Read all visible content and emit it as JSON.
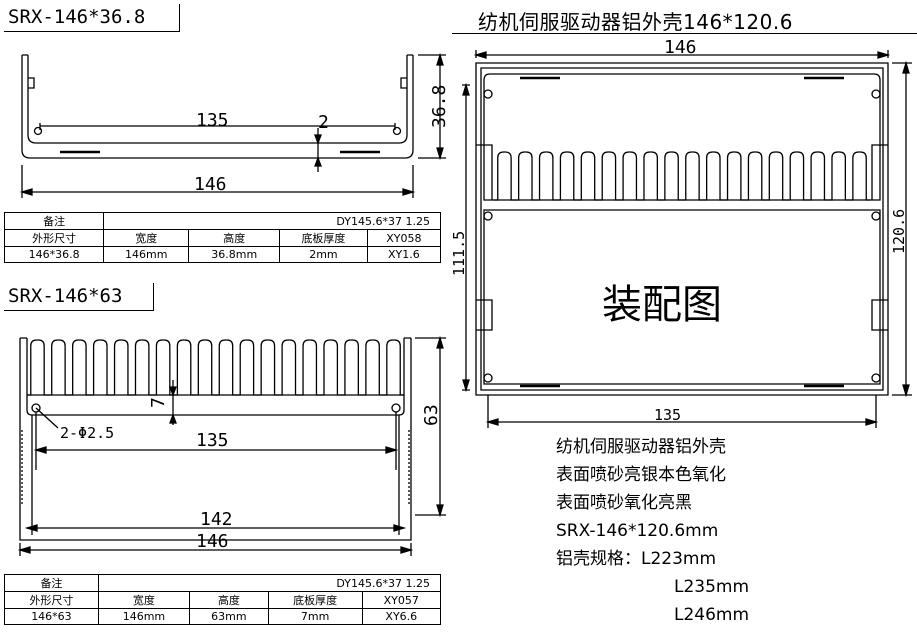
{
  "profile_a": {
    "title": "SRX-146*36.8",
    "dim_width": "146",
    "dim_inner": "135",
    "dim_height": "36.8",
    "dim_base": "2"
  },
  "profile_b": {
    "title": "SRX-146*63",
    "dim_width": "146",
    "dim_inner": "135",
    "dim_span": "142",
    "dim_height": "63",
    "dim_fin": "7",
    "dim_hole": "2-Φ2.5"
  },
  "assembly": {
    "title": "纺机伺服驱动器铝外壳146*120.6",
    "dim_width": "146",
    "dim_inner": "135",
    "dim_height": "120.6",
    "dim_inner_height": "111.5",
    "center_label": "装配图"
  },
  "table_a": {
    "note_label": "备注",
    "note_value": "DY145.6*37  1.25",
    "headers": [
      "外形尺寸",
      "宽度",
      "高度",
      "底板厚度",
      "XY058"
    ],
    "values": [
      "146*36.8",
      "146mm",
      "36.8mm",
      "2mm",
      "XY1.6"
    ]
  },
  "table_b": {
    "note_label": "备注",
    "note_value": "DY145.6*37  1.25",
    "headers": [
      "外形尺寸",
      "宽度",
      "高度",
      "底板厚度",
      "XY057"
    ],
    "values": [
      "146*63",
      "146mm",
      "63mm",
      "7mm",
      "XY6.6"
    ]
  },
  "description": {
    "line1": "纺机伺服驱动器铝外壳",
    "line2": "表面喷砂亮银本色氧化",
    "line3": "表面喷砂氧化亮黑",
    "line4": "SRX-146*120.6mm",
    "spec_label": "铝壳规格：",
    "lengths": [
      "L223mm",
      "L235mm",
      "L246mm"
    ]
  }
}
